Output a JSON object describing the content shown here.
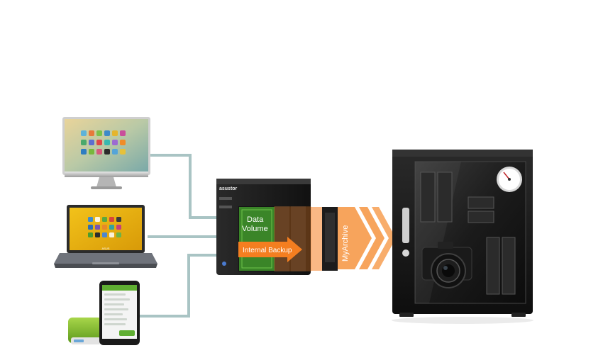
{
  "nas": {
    "brand": "asustor",
    "data_volume_line1": "Data",
    "data_volume_line2": "Volume",
    "internal_backup": "Internal Backup"
  },
  "archive": {
    "label": "MyArchive"
  },
  "devices": {
    "desktop": {
      "icon": "desktop-monitor-icon"
    },
    "laptop": {
      "icon": "laptop-icon",
      "brand": "ASUS"
    },
    "phone": {
      "icon": "smartphone-icon"
    },
    "usb_drive": {
      "icon": "external-drive-icon"
    }
  },
  "cabinet": {
    "icon": "dry-cabinet-icon"
  },
  "colors": {
    "connector_line": "#a9c4c4",
    "data_volume": "#3e8f2a",
    "internal_backup_arrow": "#f47e20",
    "myarchive_arrow": "#f7a45c",
    "nas_body": "#1c1c1c"
  }
}
